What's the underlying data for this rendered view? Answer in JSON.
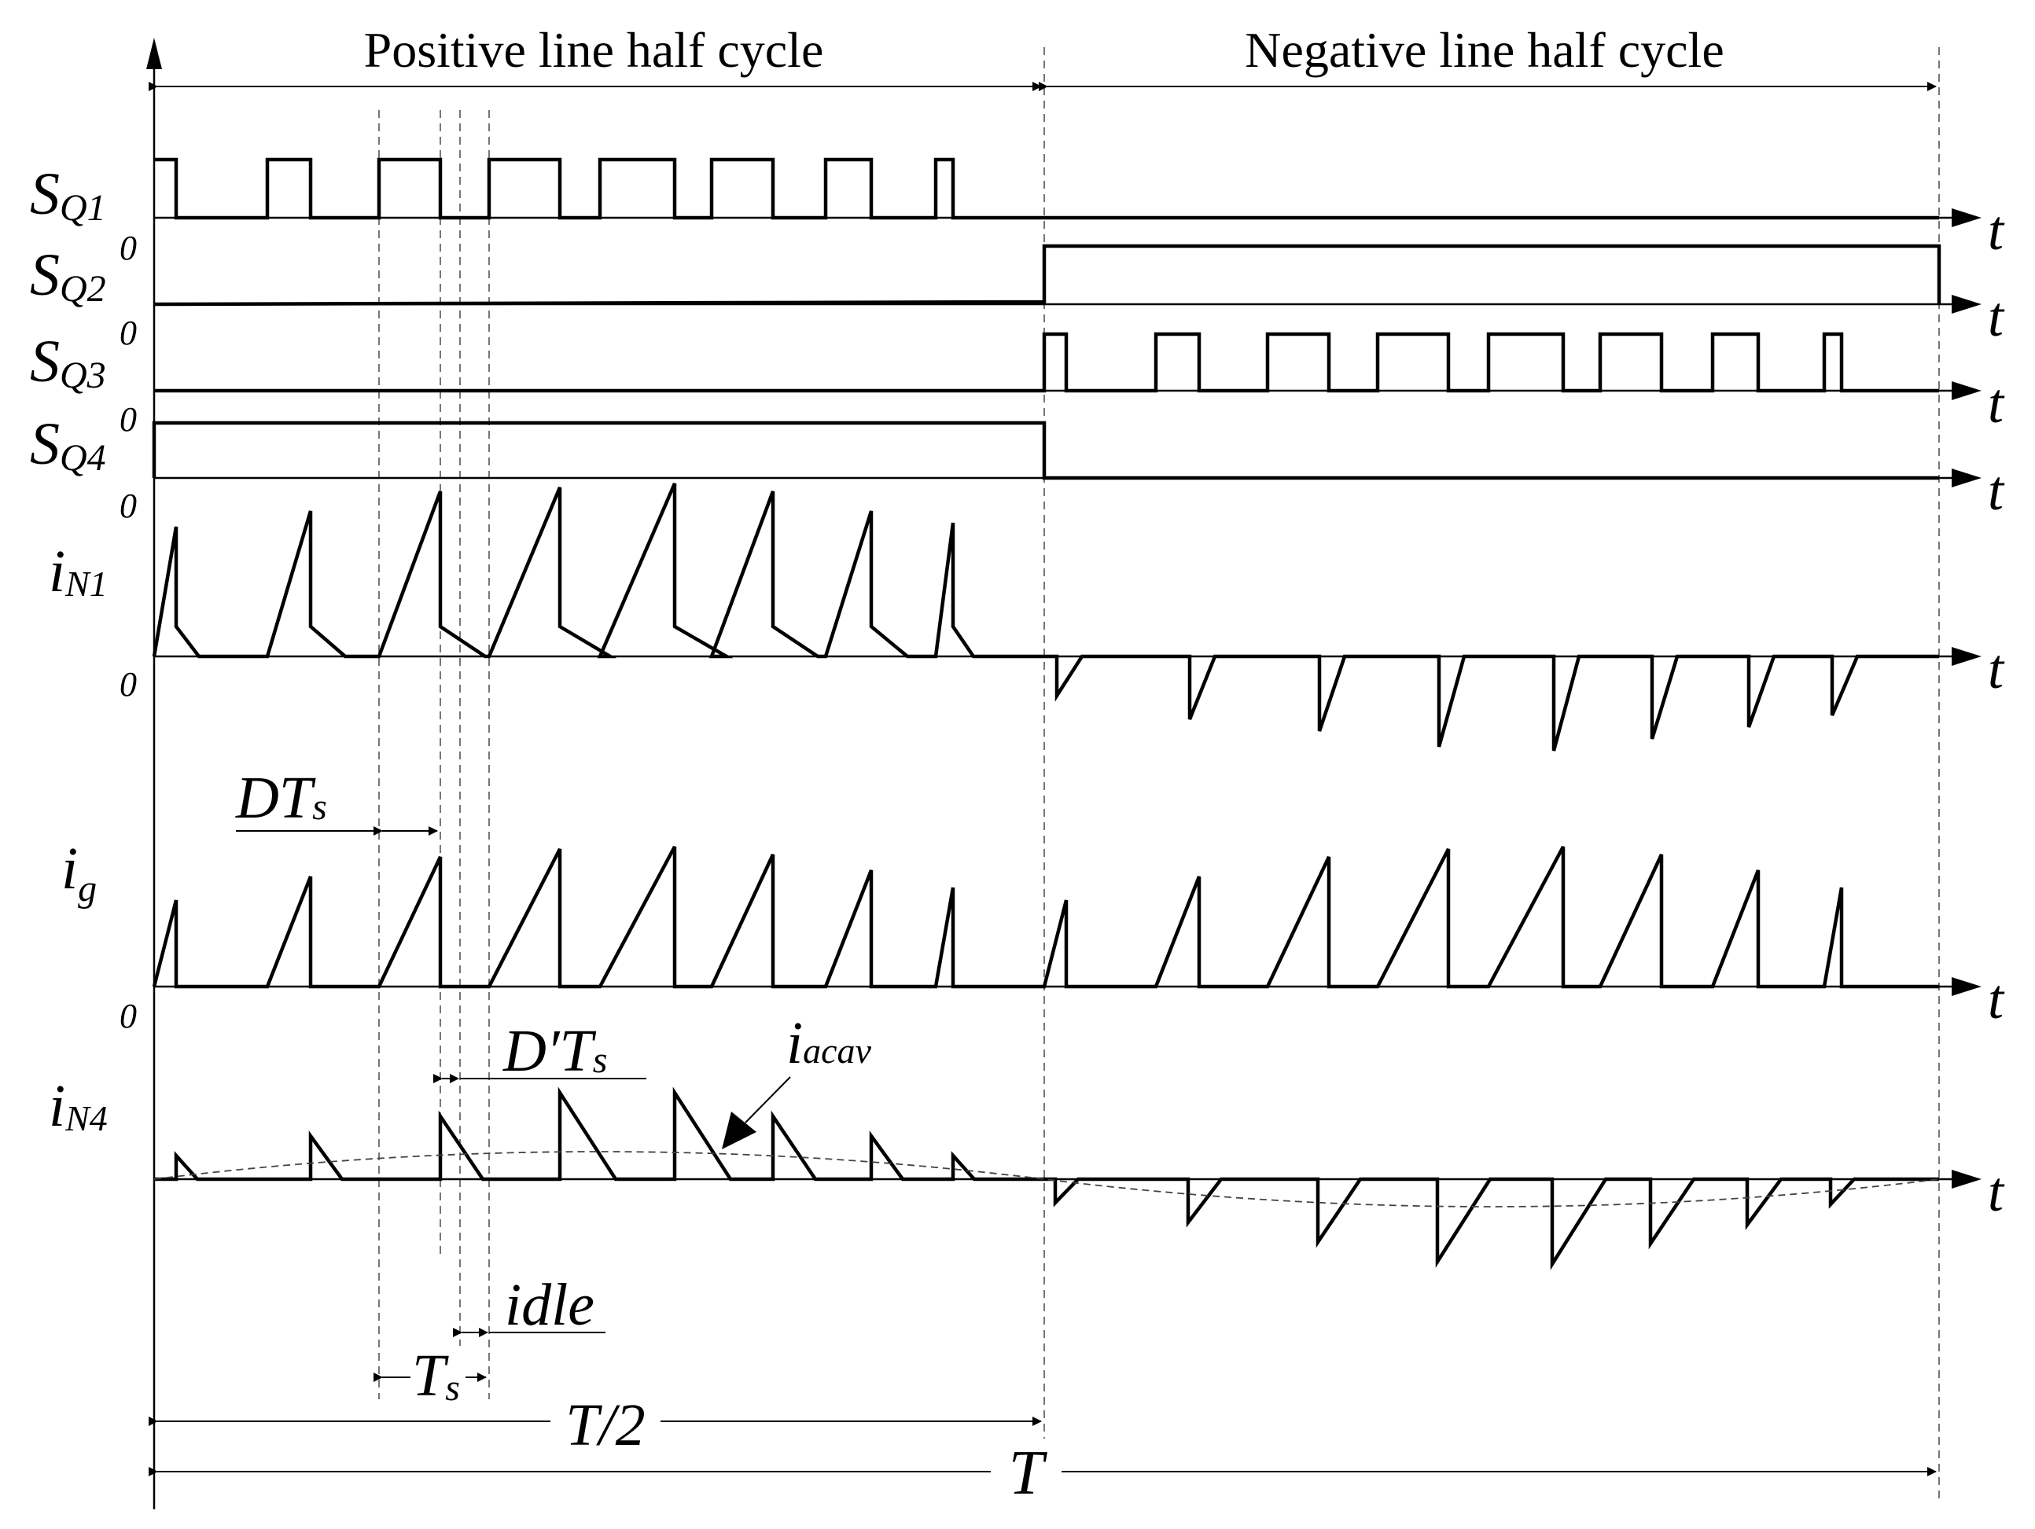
{
  "header": {
    "positive_half": "Positive line half cycle",
    "negative_half": "Negative line half cycle"
  },
  "signals": {
    "sq1": {
      "main": "S",
      "sub": "Q1"
    },
    "sq2": {
      "main": "S",
      "sub": "Q2"
    },
    "sq3": {
      "main": "S",
      "sub": "Q3"
    },
    "sq4": {
      "main": "S",
      "sub": "Q4"
    },
    "in1": {
      "main": "i",
      "sub": "N1"
    },
    "ig": {
      "main": "i",
      "sub": "g"
    },
    "in4": {
      "main": "i",
      "sub": "N4"
    }
  },
  "zero_label": "0",
  "t_label": "t",
  "annotations": {
    "dts": {
      "main": "DT",
      "sub": "s"
    },
    "dpts": {
      "main": "D′T",
      "sub": "s"
    },
    "iacav": {
      "main": "i",
      "sub": "acav"
    },
    "idle": "idle",
    "ts": {
      "main": "T",
      "sub": "s"
    },
    "t_half": "T/2",
    "t_full": "T"
  }
}
